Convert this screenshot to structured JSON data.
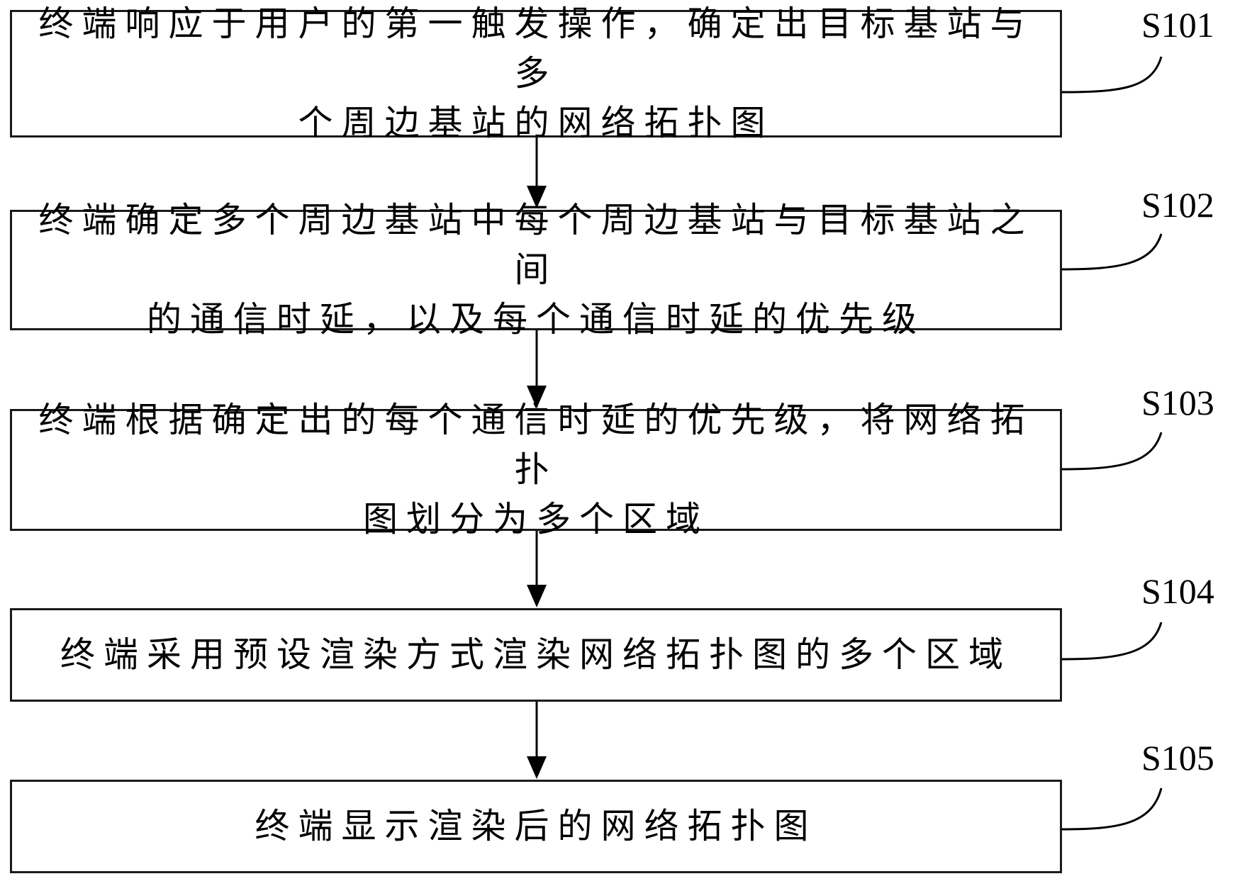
{
  "steps": [
    {
      "id": "S101",
      "label": "S101",
      "text": "终端响应于用户的第一触发操作，确定出目标基站与多\n个周边基站的网络拓扑图"
    },
    {
      "id": "S102",
      "label": "S102",
      "text": "终端确定多个周边基站中每个周边基站与目标基站之间\n的通信时延，以及每个通信时延的优先级"
    },
    {
      "id": "S103",
      "label": "S103",
      "text": "终端根据确定出的每个通信时延的优先级，将网络拓扑\n图划分为多个区域"
    },
    {
      "id": "S104",
      "label": "S104",
      "text": "终端采用预设渲染方式渲染网络拓扑图的多个区域"
    },
    {
      "id": "S105",
      "label": "S105",
      "text": "终端显示渲染后的网络拓扑图"
    }
  ]
}
